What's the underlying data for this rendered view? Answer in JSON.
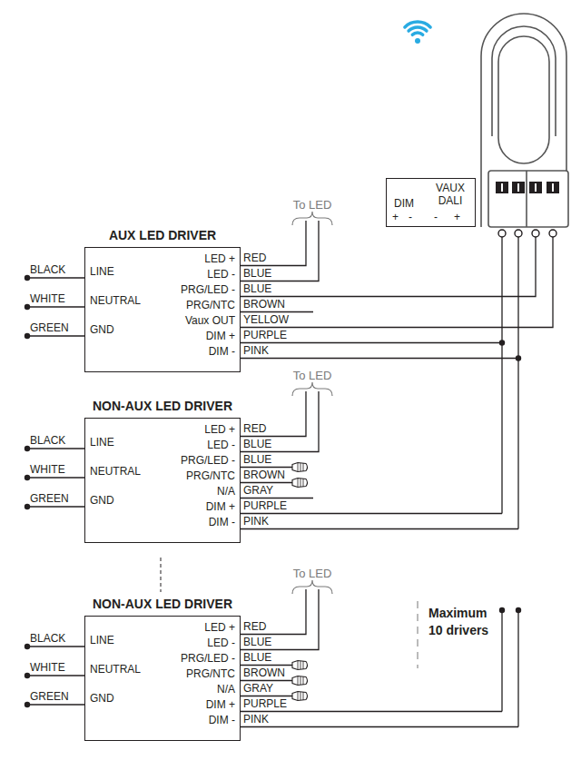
{
  "diagram": {
    "nodes": [
      {
        "text": [
          "AUX LED DRIVER",
          "LINE",
          "NEUTRAL",
          "GND",
          "LED +",
          "LED -",
          "PRG/LED -",
          "PRG/NTC",
          "Vaux OUT",
          "DIM +",
          "DIM -"
        ]
      },
      {
        "text": [
          "NON-AUX LED DRIVER",
          "LINE",
          "NEUTRAL",
          "GND",
          "LED +",
          "LED -",
          "PRG/LED -",
          "PRG/NTC",
          "N/A",
          "DIM +",
          "DIM -"
        ]
      },
      {
        "text": [
          "NON-AUX LED DRIVER",
          "LINE",
          "NEUTRAL",
          "GND",
          "LED +",
          "LED -",
          "PRG/LED -",
          "PRG/NTC",
          "N/A",
          "DIM +",
          "DIM -"
        ]
      },
      {
        "text": [
          "DIM",
          "VAUX DALI",
          "+",
          "-",
          "-",
          "+"
        ]
      }
    ],
    "labels": [
      "To LED",
      "BLACK",
      "WHITE",
      "GREEN",
      "RED",
      "BLUE",
      "BLUE",
      "BROWN",
      "YELLOW",
      "PURPLE",
      "PINK",
      "To LED",
      "BLACK",
      "WHITE",
      "GREEN",
      "RED",
      "BLUE",
      "BLUE",
      "BROWN",
      "GRAY",
      "PURPLE",
      "PINK",
      "To LED",
      "BLACK",
      "WHITE",
      "GREEN",
      "RED",
      "BLUE",
      "BLUE",
      "BROWN",
      "GRAY",
      "PURPLE",
      "PINK",
      "Maximum 10 drivers"
    ]
  }
}
